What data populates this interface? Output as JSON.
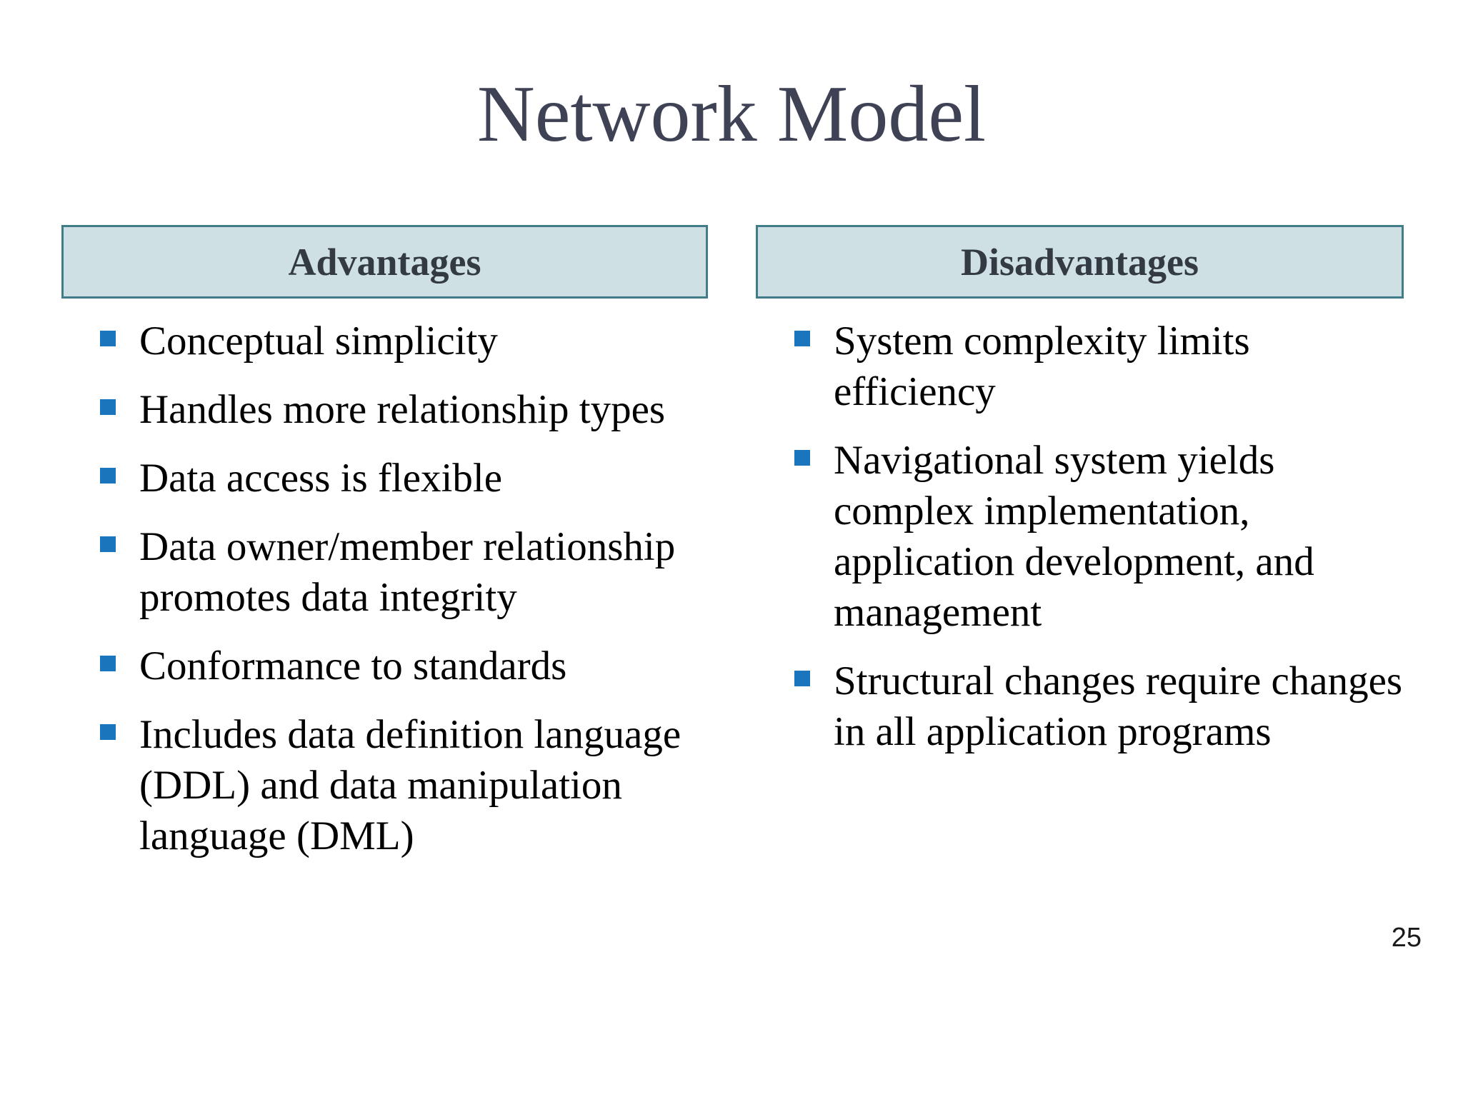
{
  "title": "Network Model",
  "page_number": "25",
  "columns": [
    {
      "header": "Advantages",
      "items": [
        "Conceptual simplicity",
        "Handles more relationship types",
        "Data access is flexible",
        "Data owner/member relationship promotes data integrity",
        "Conformance to standards",
        "Includes data definition language (DDL) and data manipulation language (DML)"
      ]
    },
    {
      "header": "Disadvantages",
      "items": [
        "System complexity limits efficiency",
        "Navigational system yields complex implementation, application development, and management",
        "Structural changes require changes in all application programs"
      ]
    }
  ],
  "colors": {
    "title_color": "#3e4254",
    "header_text": "#333a42",
    "header_bg": "#cfe0e4",
    "header_border": "#417c89",
    "bullet": "#1b75bc",
    "body_text": "#000000",
    "page_number_color": "#1a1a1a",
    "background": "#ffffff"
  }
}
